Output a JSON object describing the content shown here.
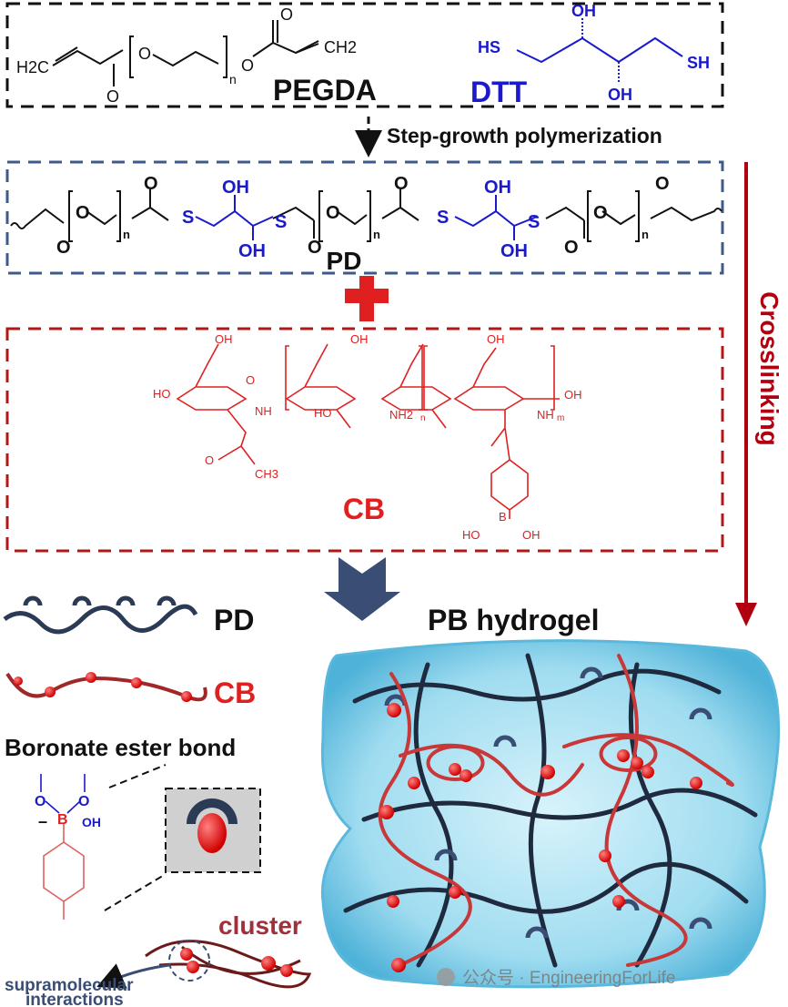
{
  "reactants": {
    "pegda_label": "PEGDA",
    "dtt_label": "DTT",
    "pegda_atoms": {
      "h2c": "H2C",
      "o1": "O",
      "o2": "O",
      "o3": "O",
      "o4": "O",
      "ch2": "CH2",
      "n": "n"
    },
    "dtt_atoms": {
      "hs": "HS",
      "sh": "SH",
      "oh_top": "OH",
      "oh_bottom": "OH"
    }
  },
  "step": {
    "label": "Step-growth polymerization"
  },
  "pd_box": {
    "label": "PD",
    "s": "S",
    "oh": "OH",
    "o": "O",
    "n": "n"
  },
  "cb_box": {
    "label": "CB",
    "atoms": {
      "oh": "OH",
      "ho": "HO",
      "o": "O",
      "nh": "NH",
      "nh2": "NH2",
      "ch3": "CH3",
      "b": "B",
      "n": "n",
      "m": "m"
    }
  },
  "crosslinking": {
    "label": "Crosslinking"
  },
  "legend": {
    "pd_label": "PD",
    "cb_label": "CB",
    "boronate_label": "Boronate ester bond",
    "boronate_atoms": {
      "b": "B",
      "oh": "OH",
      "o": "O",
      "minus": "–"
    },
    "cluster_label": "cluster",
    "supra_line1": "supramolecular",
    "supra_line2": "interactions"
  },
  "hydrogel": {
    "label": "PB hydrogel"
  },
  "watermark": {
    "text": "公众号 · EngineeringForLife"
  },
  "colors": {
    "black": "#111111",
    "blue": "#1a1acc",
    "navy": "#2b3a55",
    "red": "#e02020",
    "darkred": "#b00010",
    "gel": "#8fd3ec"
  }
}
